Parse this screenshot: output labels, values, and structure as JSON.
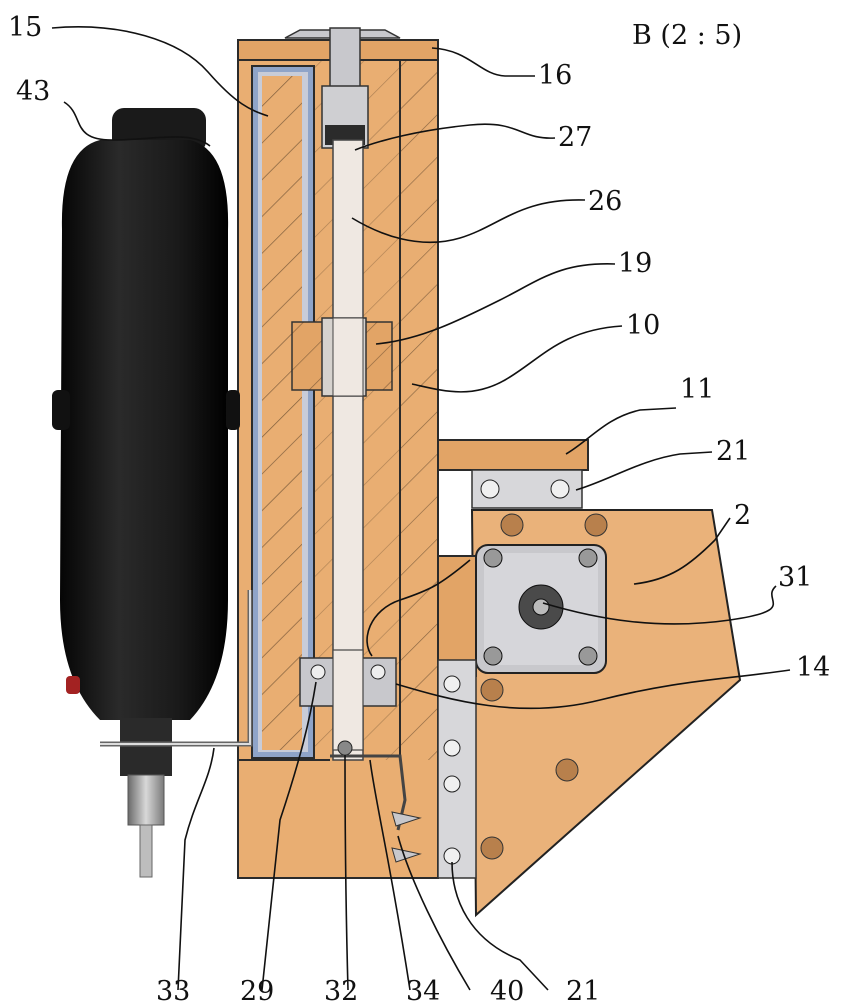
{
  "view_label": "B (2 : 5)",
  "colors": {
    "wood": "#e9ae72",
    "wood_dark": "#d99a5c",
    "metal": "#c8c8cc",
    "rod": "#efe8e2",
    "blue_liner": "#8fa4c8",
    "drill_body": "#1b1b1b",
    "hatch": "#3a2a1a"
  },
  "callouts": [
    {
      "id": "c15",
      "text": "15"
    },
    {
      "id": "c43",
      "text": "43"
    },
    {
      "id": "c16",
      "text": "16"
    },
    {
      "id": "c27",
      "text": "27"
    },
    {
      "id": "c26",
      "text": "26"
    },
    {
      "id": "c19",
      "text": "19"
    },
    {
      "id": "c10",
      "text": "10"
    },
    {
      "id": "c11",
      "text": "11"
    },
    {
      "id": "c21a",
      "text": "21"
    },
    {
      "id": "c2",
      "text": "2"
    },
    {
      "id": "c31",
      "text": "31"
    },
    {
      "id": "c14",
      "text": "14"
    },
    {
      "id": "c33",
      "text": "33"
    },
    {
      "id": "c29",
      "text": "29"
    },
    {
      "id": "c32",
      "text": "32"
    },
    {
      "id": "c34",
      "text": "34"
    },
    {
      "id": "c40",
      "text": "40"
    },
    {
      "id": "c21b",
      "text": "21"
    }
  ]
}
